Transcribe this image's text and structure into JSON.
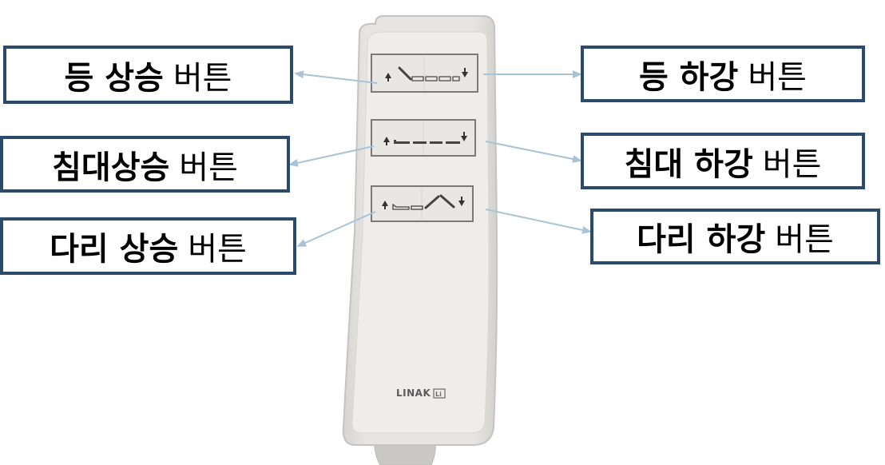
{
  "labels": {
    "back_up": {
      "bold": "등 상승",
      "normal": "버튼"
    },
    "back_down": {
      "bold": "등 하강",
      "normal": "버튼"
    },
    "bed_up": {
      "bold": "침대상승",
      "normal": "버튼"
    },
    "bed_down": {
      "bold": "침대 하강",
      "normal": "버튼"
    },
    "leg_up": {
      "bold": "다리 상승",
      "normal": "버튼"
    },
    "leg_down": {
      "bold": "다리 하강",
      "normal": "버튼"
    }
  },
  "remote": {
    "brand": "LINAK"
  },
  "colors": {
    "label_border": "#2c4a6b",
    "arrow": "#a9c3d6",
    "remote_body": "#e1e0dc",
    "remote_face": "#eeede9",
    "cable": "#c9c8c4"
  },
  "icons": {
    "up_arrow": "up-arrow-icon",
    "down_arrow": "down-arrow-icon",
    "back_symbol": "bed-back-tilt-icon",
    "bed_symbol": "bed-flat-icon",
    "leg_symbol": "bed-leg-tilt-icon",
    "brand_badge": "linak-badge-icon"
  }
}
